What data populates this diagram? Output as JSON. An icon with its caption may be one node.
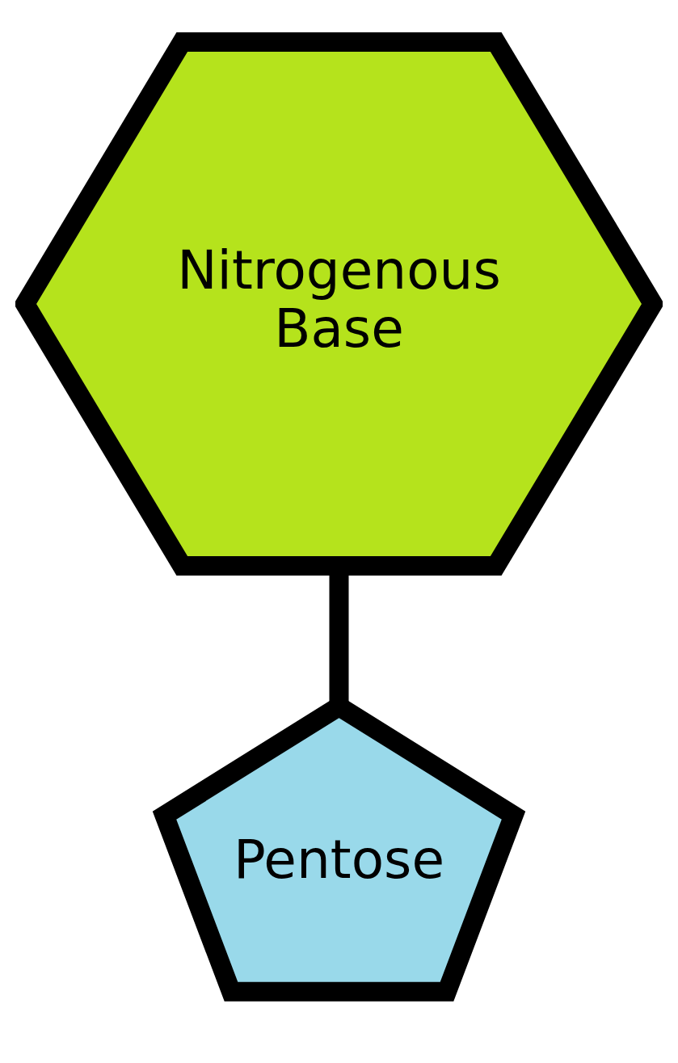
{
  "diagram": {
    "nodes": [
      {
        "text": [
          "Nitrogenous Base"
        ]
      },
      {
        "text": [
          "Pentose"
        ]
      }
    ],
    "edges": [
      {
        "from": 0,
        "to": 1,
        "arrow": "none"
      }
    ]
  }
}
